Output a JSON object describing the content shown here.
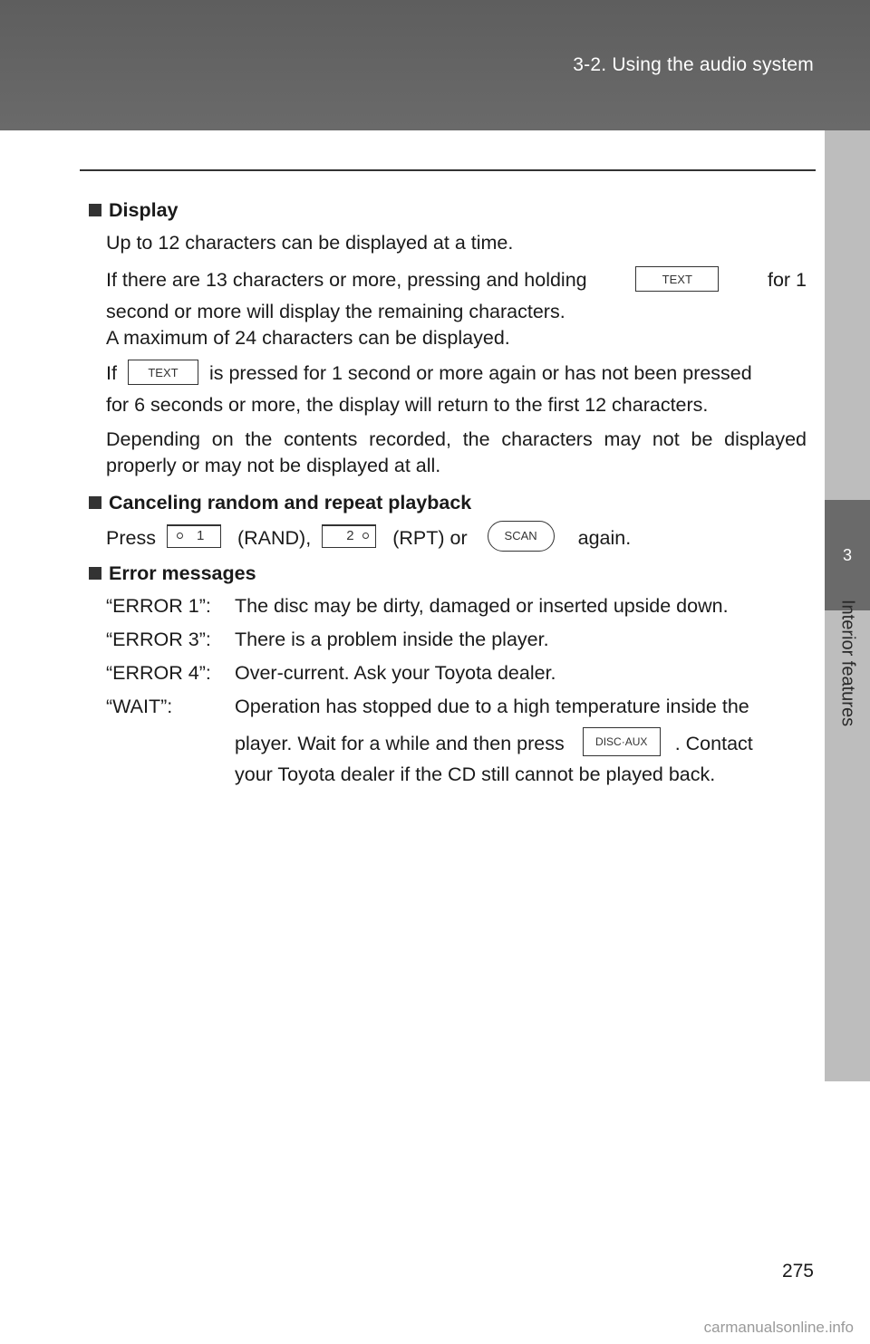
{
  "header": {
    "section": "3-2. Using the audio system"
  },
  "side_tab": {
    "number": "3",
    "label": "Interior features"
  },
  "display": {
    "heading": "Display",
    "p1": "Up to 12 characters can be displayed at a time.",
    "p2_pre": "If there are 13 characters or more, pressing and holding",
    "p2_post": "for 1",
    "p2_line2": "second or more will display the remaining characters.",
    "p3": "A maximum of 24 characters can be displayed.",
    "p4_pre": "If",
    "p4_post": "is pressed for 1 second or more again or has not been pressed",
    "p4_line2": "for 6 seconds or more, the display will return to the first 12 characters.",
    "p5": "Depending on the contents recorded, the characters may not be displayed properly or may not be displayed at all.",
    "text_button": "TEXT"
  },
  "random": {
    "heading": "Canceling random and repeat playback",
    "press": "Press",
    "btn1": "1",
    "rand": "(RAND),",
    "btn2": "2",
    "rpt": "(RPT) or",
    "scan": "SCAN",
    "again": "again."
  },
  "errors": {
    "heading": "Error messages",
    "items": [
      {
        "code": "“ERROR 1”:",
        "text": "The disc may be dirty, damaged or inserted upside down."
      },
      {
        "code": "“ERROR 3”:",
        "text": "There is a problem inside the player."
      },
      {
        "code": "“ERROR 4”:",
        "text": "Over-current. Ask your Toyota dealer."
      }
    ],
    "wait_code": "“WAIT”:",
    "wait_line1": "Operation has stopped due to a high temperature inside the",
    "wait_pre": "player. Wait for a while and then press",
    "wait_button": "DISC·AUX",
    "wait_post": ". Contact",
    "wait_line3": "your Toyota dealer if the CD still cannot be played back."
  },
  "page_number": "275",
  "watermark": "carmanualsonline.info"
}
